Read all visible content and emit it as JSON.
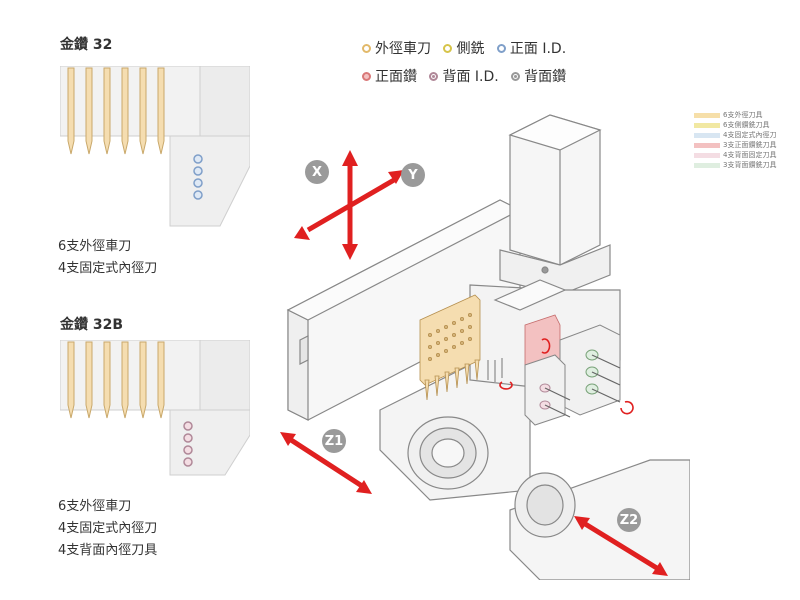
{
  "model_a": {
    "title": "金鑽 32",
    "lines": [
      "6支外徑車刀",
      "4支固定式內徑刀"
    ]
  },
  "model_b": {
    "title": "金鑽 32B",
    "lines": [
      "6支外徑車刀",
      "4支固定式內徑刀",
      "4支背面內徑刀具"
    ]
  },
  "legend": {
    "row1": [
      {
        "label": "外徑車刀",
        "color": "#e2b96a",
        "style": "ring"
      },
      {
        "label": "側銑",
        "color": "#d6c44a",
        "style": "ring"
      },
      {
        "label": "正面 I.D.",
        "color": "#7f9fc9",
        "style": "ring"
      }
    ],
    "row2": [
      {
        "label": "正面鑽",
        "color": "#d97878",
        "style": "ring"
      },
      {
        "label": "背面 I.D.",
        "color": "#b08898",
        "style": "double"
      },
      {
        "label": "背面鑽",
        "color": "#999999",
        "style": "double"
      }
    ]
  },
  "mini_legend": [
    {
      "label": "6支外徑刀具",
      "color": "#f6dfa9"
    },
    {
      "label": "6支側鑽銑刀具",
      "color": "#f1e8a2"
    },
    {
      "label": "4支固定式內徑刀",
      "color": "#d8e6f2"
    },
    {
      "label": "3支正面鑽銑刀具",
      "color": "#f3c1c1"
    },
    {
      "label": "4支背面固定刀具",
      "color": "#f4dde3"
    },
    {
      "label": "3支背面鑽銑刀具",
      "color": "#dfeee0"
    }
  ],
  "axes": {
    "x": "X",
    "y": "Y",
    "z1": "Z1",
    "z2": "Z2"
  },
  "colors": {
    "arrow": "#e02020",
    "tool": "#f5ddb0",
    "machine_line": "#888888",
    "machine_fill": "#f7f7f7"
  }
}
